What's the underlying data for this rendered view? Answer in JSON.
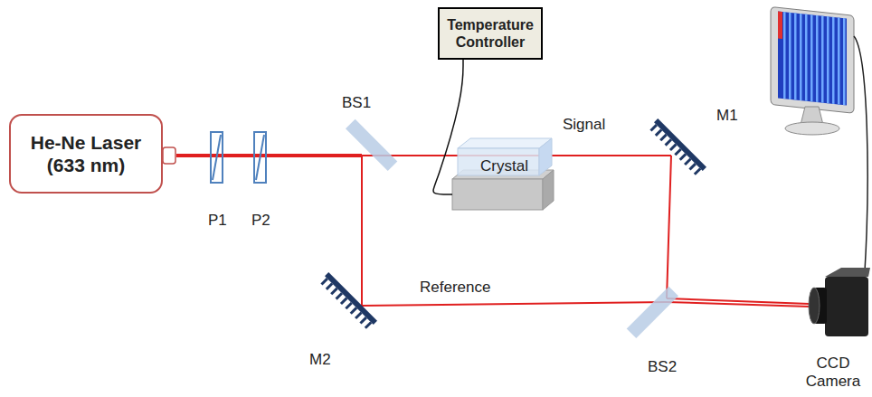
{
  "diagram": {
    "nodes": [
      {
        "text": [
          "He-Ne Laser (633 nm)"
        ]
      },
      {
        "text": [
          "Temperature Controller"
        ]
      },
      {
        "text": [
          "Crystal"
        ]
      }
    ],
    "edges": [
      {
        "from": 1,
        "to": 2,
        "arrow": "none"
      }
    ],
    "labels": [
      "P1",
      "P2",
      "BS1",
      "Signal",
      "M1",
      "Reference",
      "M2",
      "BS2",
      "CCD Camera"
    ]
  }
}
